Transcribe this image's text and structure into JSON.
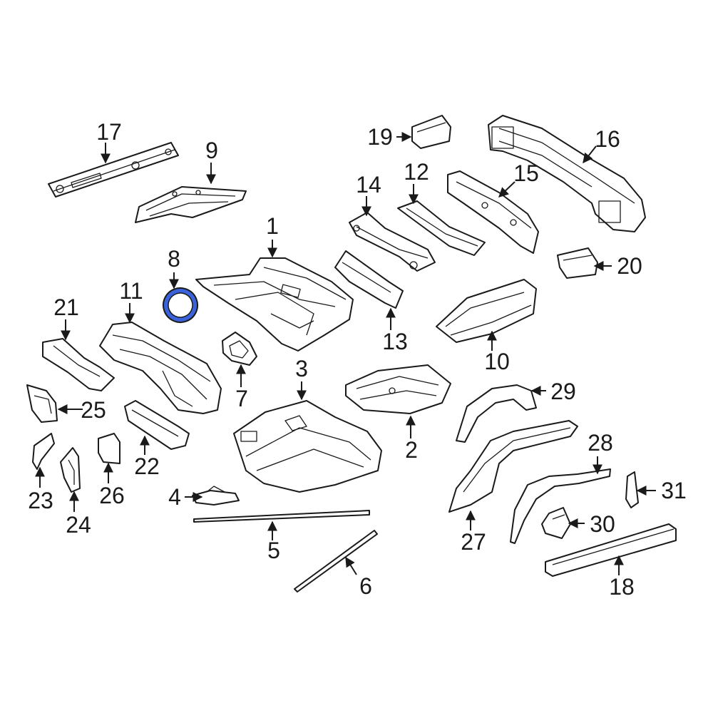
{
  "highlight_color": "#3a62d9",
  "line_color": "#1a1a1a",
  "callouts": [
    {
      "id": "1",
      "label": "1"
    },
    {
      "id": "2",
      "label": "2"
    },
    {
      "id": "3",
      "label": "3"
    },
    {
      "id": "4",
      "label": "4"
    },
    {
      "id": "5",
      "label": "5"
    },
    {
      "id": "6",
      "label": "6"
    },
    {
      "id": "7",
      "label": "7"
    },
    {
      "id": "8",
      "label": "8"
    },
    {
      "id": "9",
      "label": "9"
    },
    {
      "id": "10",
      "label": "10"
    },
    {
      "id": "11",
      "label": "11"
    },
    {
      "id": "12",
      "label": "12"
    },
    {
      "id": "13",
      "label": "13"
    },
    {
      "id": "14",
      "label": "14"
    },
    {
      "id": "15",
      "label": "15"
    },
    {
      "id": "16",
      "label": "16"
    },
    {
      "id": "17",
      "label": "17"
    },
    {
      "id": "18",
      "label": "18"
    },
    {
      "id": "19",
      "label": "19"
    },
    {
      "id": "20",
      "label": "20"
    },
    {
      "id": "21",
      "label": "21"
    },
    {
      "id": "22",
      "label": "22"
    },
    {
      "id": "23",
      "label": "23"
    },
    {
      "id": "24",
      "label": "24"
    },
    {
      "id": "25",
      "label": "25"
    },
    {
      "id": "26",
      "label": "26"
    },
    {
      "id": "27",
      "label": "27"
    },
    {
      "id": "28",
      "label": "28"
    },
    {
      "id": "29",
      "label": "29"
    },
    {
      "id": "30",
      "label": "30"
    },
    {
      "id": "31",
      "label": "31"
    }
  ],
  "highlighted_part": "8"
}
